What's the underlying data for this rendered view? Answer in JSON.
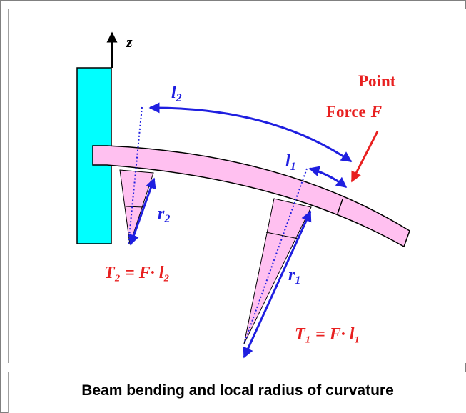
{
  "figure": {
    "axis_label": "z",
    "force_label_line1": "Point",
    "force_label_line2": "Force",
    "force_symbol": "F",
    "l1_base": "l",
    "l1_sub": "1",
    "l2_base": "l",
    "l2_sub": "2",
    "r1_base": "r",
    "r1_sub": "1",
    "r2_base": "r",
    "r2_sub": "2",
    "eq1": "T₁ = F· l₁",
    "eq2": "T₂ = F· l₂",
    "colors": {
      "wall": "#00ffff",
      "beam": "#ffc0f0",
      "dimension": "#1f1fe0",
      "force": "#e82020"
    }
  },
  "caption": "Beam bending and local radius of curvature"
}
